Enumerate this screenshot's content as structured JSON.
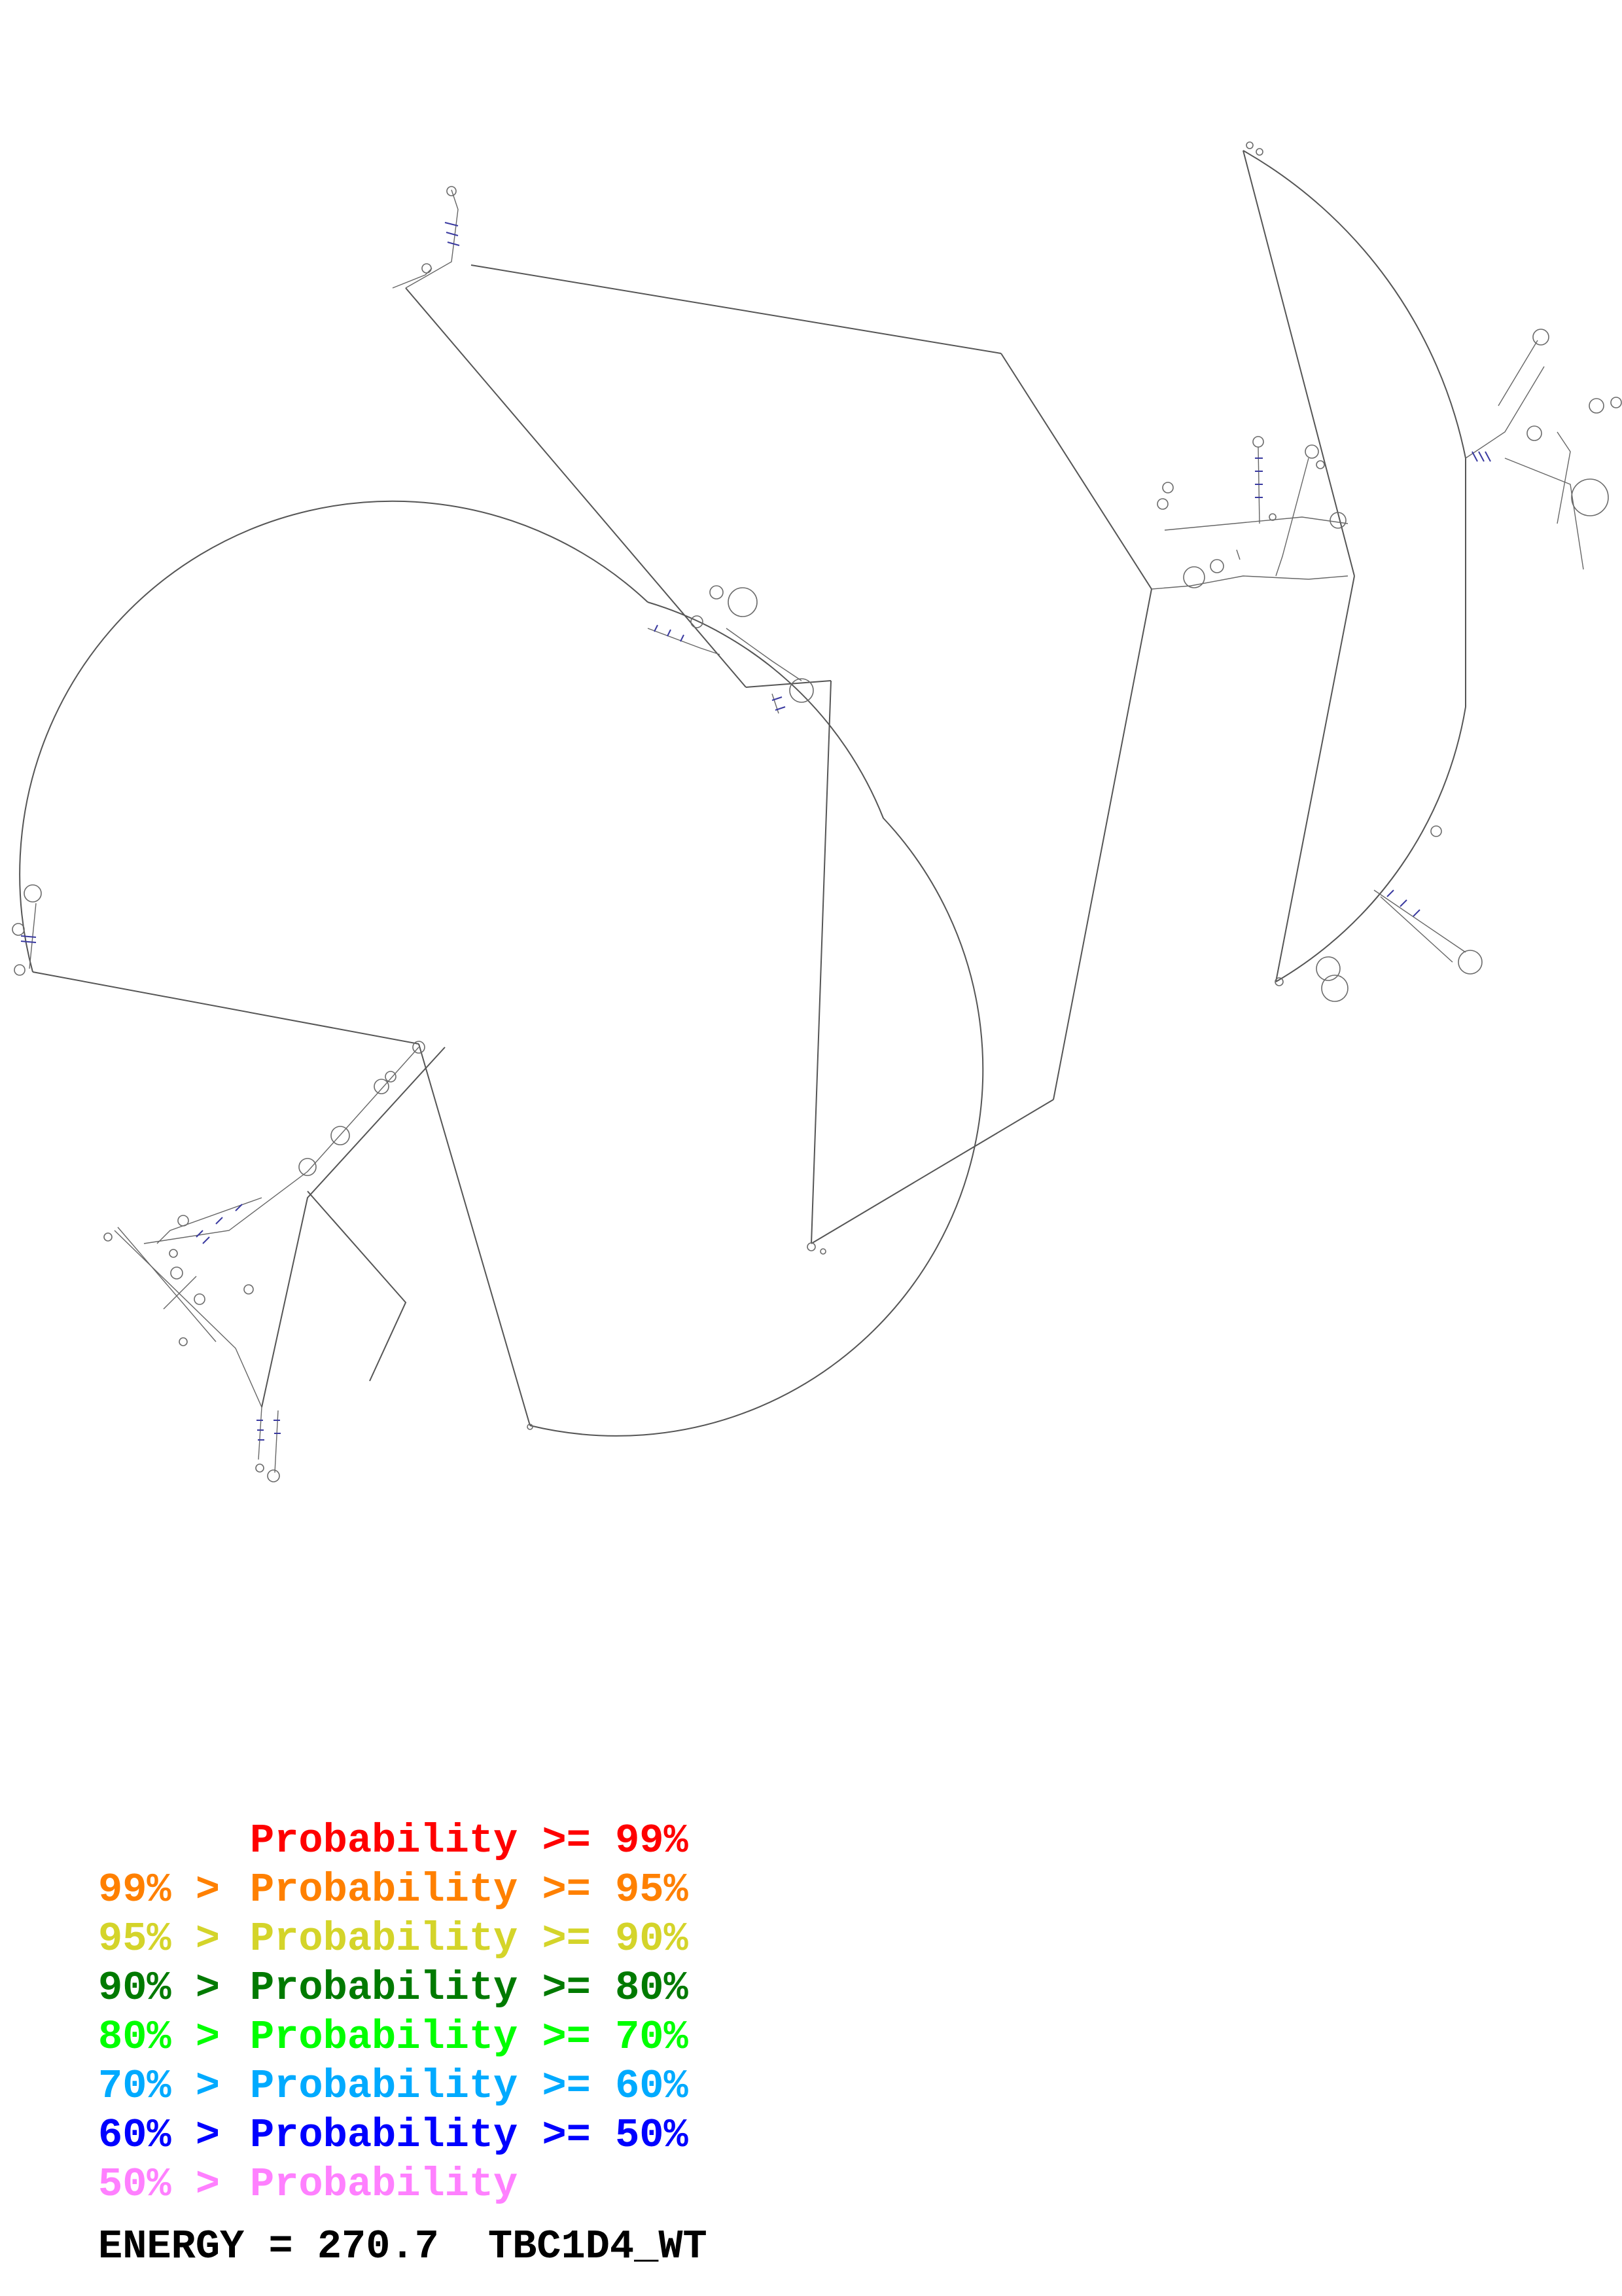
{
  "diagram": {
    "type": "rna-secondary-structure",
    "molecule": "TBC1D4_WT"
  },
  "legend": {
    "rows": [
      {
        "prefix": "    ",
        "label": "Probability >= 99%",
        "color": "#ff0000"
      },
      {
        "prefix": "99% > ",
        "label": "Probability >= 95%",
        "color": "#ff8000"
      },
      {
        "prefix": "95% > ",
        "label": "Probability >= 90%",
        "color": "#d4d42a"
      },
      {
        "prefix": "90% > ",
        "label": "Probability >= 80%",
        "color": "#007a00"
      },
      {
        "prefix": "80% > ",
        "label": "Probability >= 70%",
        "color": "#00ff00"
      },
      {
        "prefix": "70% > ",
        "label": "Probability >= 60%",
        "color": "#00aaff"
      },
      {
        "prefix": "60% > ",
        "label": "Probability >= 50%",
        "color": "#0000ff"
      },
      {
        "prefix": "50% > ",
        "label": "Probability",
        "color": "#ff80ff"
      }
    ]
  },
  "footer": {
    "energy_label": "ENERGY = 270.7",
    "sequence_name": "TBC1D4_WT"
  }
}
